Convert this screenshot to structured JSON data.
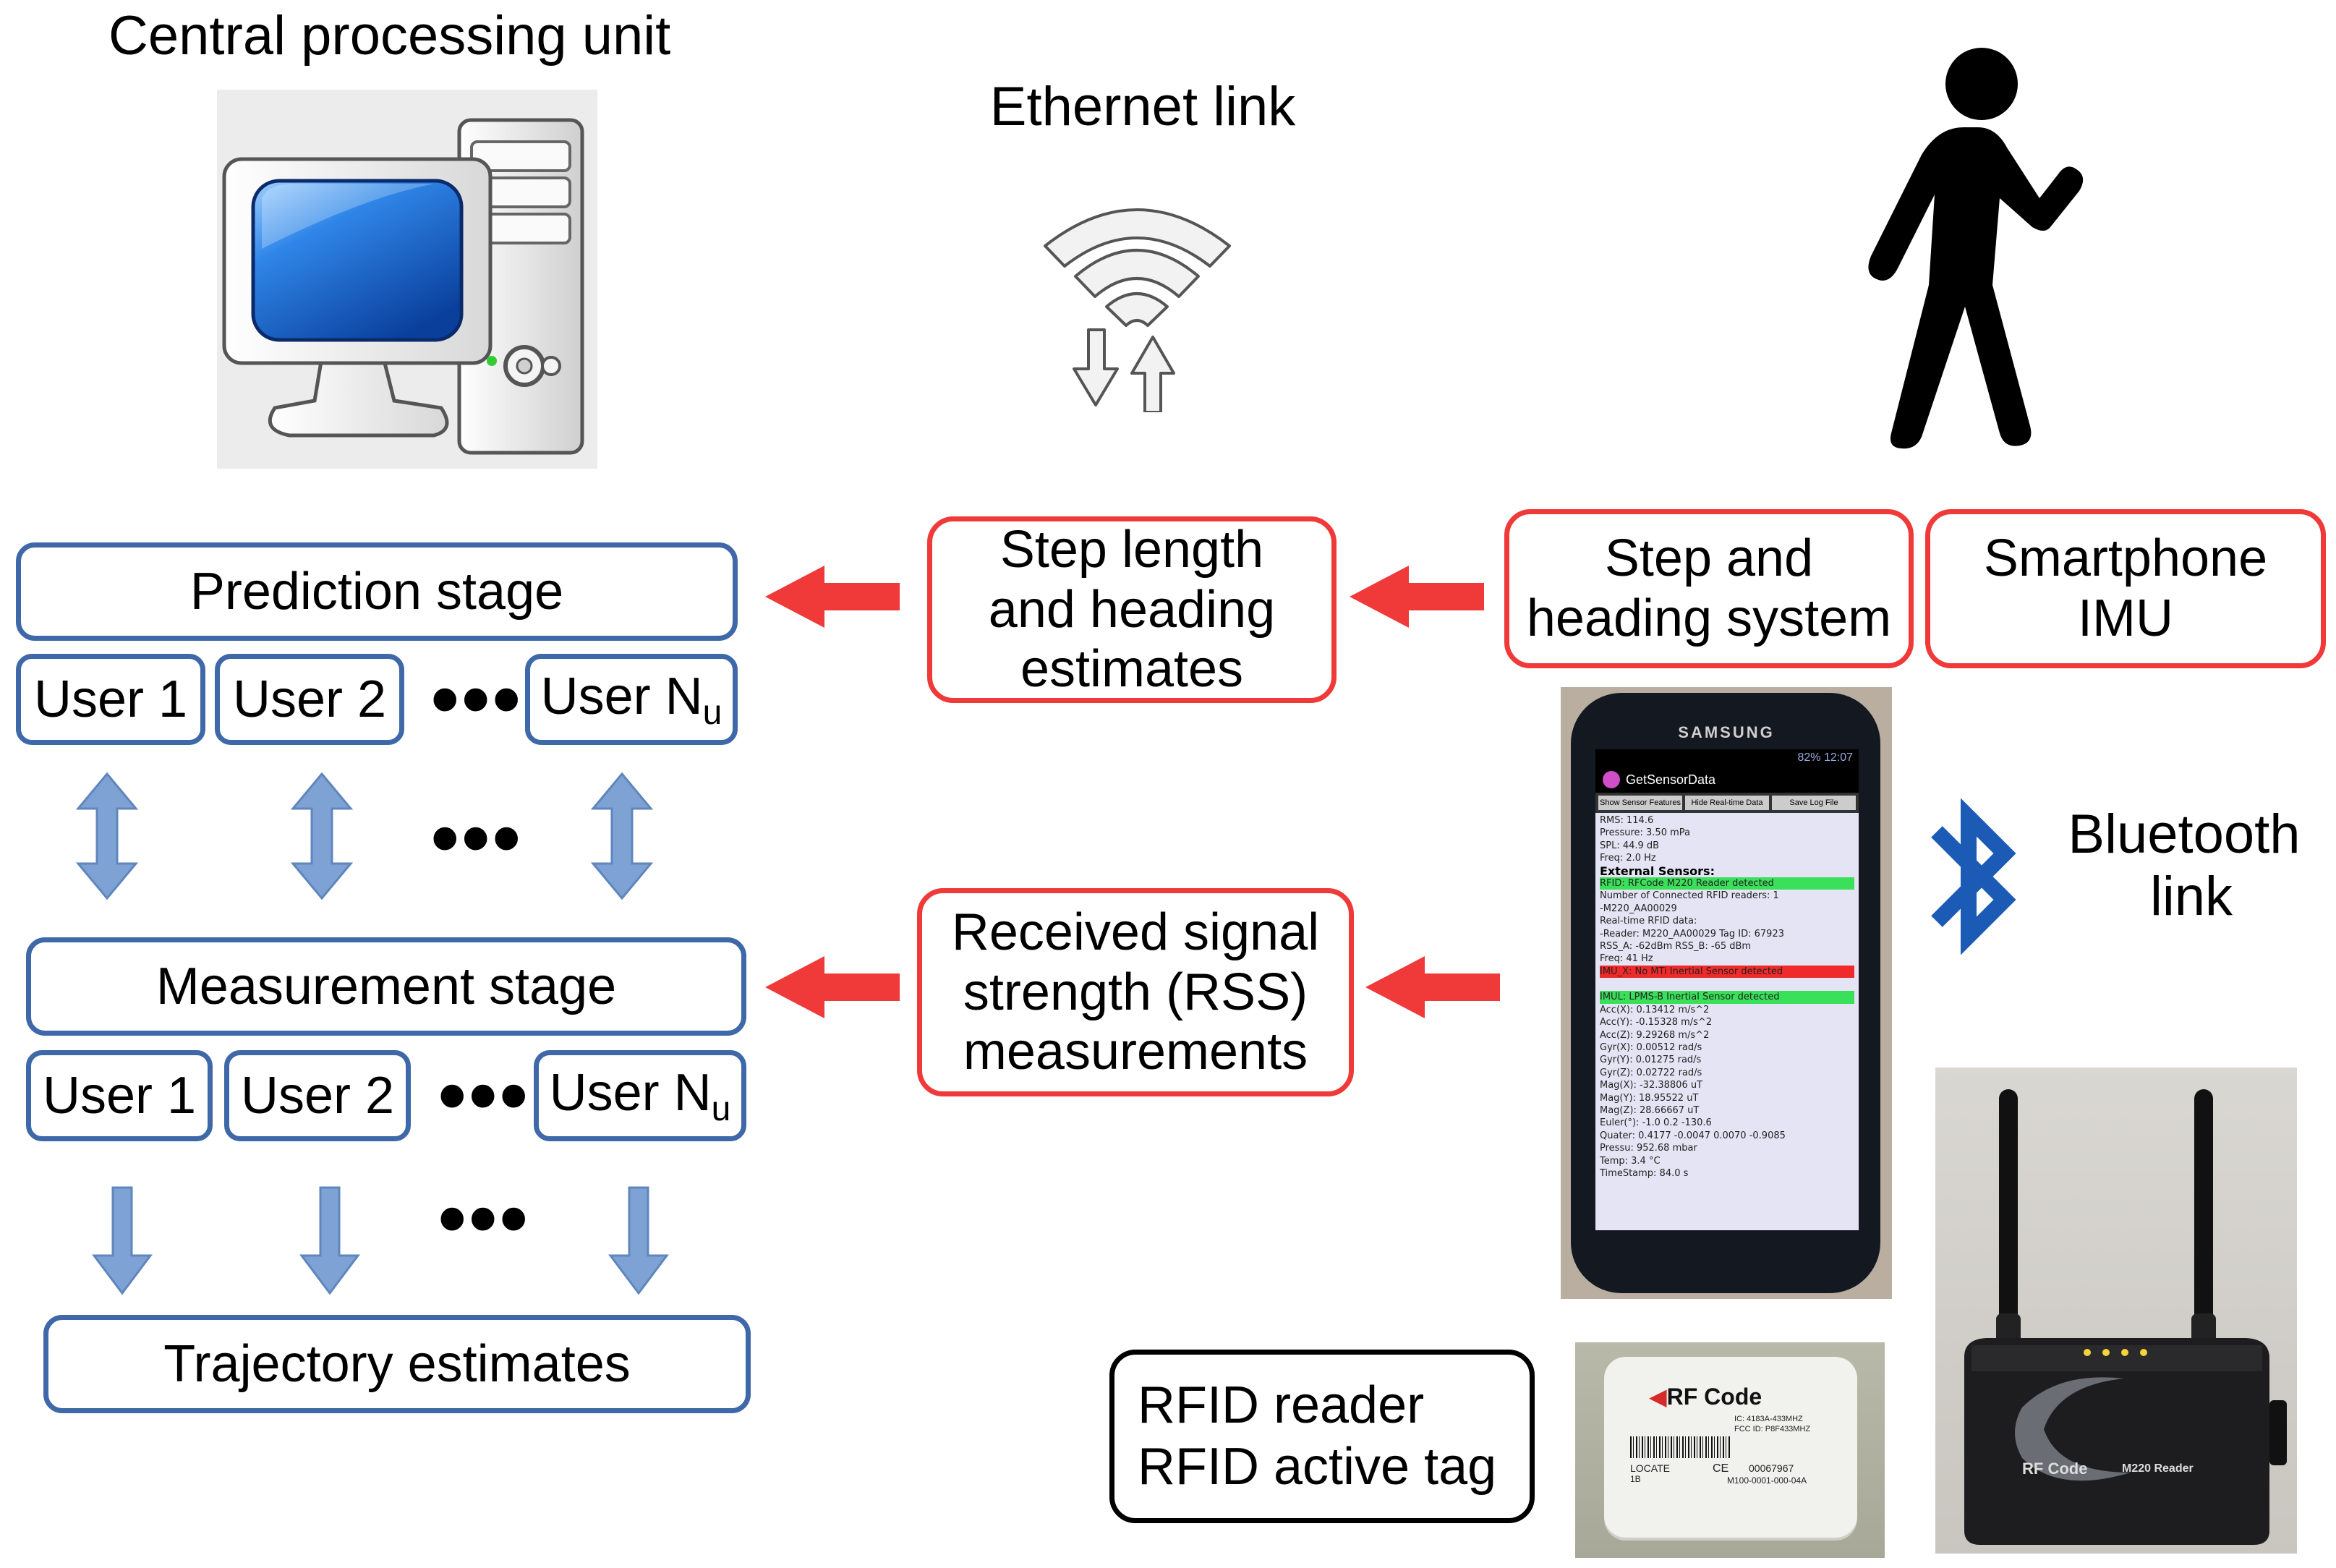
{
  "titles": {
    "cpu": "Central processing unit",
    "ethernet": "Ethernet link",
    "bluetooth_line1": "Bluetooth",
    "bluetooth_line2": "link"
  },
  "left_flow": {
    "prediction": "Prediction stage",
    "measurement": "Measurement stage",
    "trajectory": "Trajectory estimates",
    "user1": "User 1",
    "user2": "User 2",
    "userN_main": "User N",
    "userN_sub": "u",
    "ellipsis": "•••"
  },
  "middle_boxes": {
    "step_estimates": [
      "Step length",
      "and heading",
      "estimates"
    ],
    "rss": [
      "Received signal",
      "strength (RSS)",
      "measurements"
    ]
  },
  "right_boxes": {
    "step_system": [
      "Step and",
      "heading system"
    ],
    "imu": [
      "Smartphone",
      "IMU"
    ],
    "rfid": [
      "RFID reader",
      "RFID active tag"
    ]
  },
  "phone": {
    "brand": "SAMSUNG",
    "status": "82% 12:07",
    "app_title": "GetSensorData",
    "buttons": [
      "Show Sensor Features",
      "Hide Real-time Data",
      "Save Log File"
    ],
    "internal_lines": [
      "RMS:      114.6",
      "Pressure:   3.50 mPa",
      "SPL:       44.9 dB",
      "           Freq:  2.0 Hz"
    ],
    "external_header": "External Sensors:",
    "rfid_header": "RFID: RFCode M220 Reader detected",
    "rfid_lines": [
      "Number of Connected RFID readers: 1",
      "  -M220_AA00029",
      "Real-time RFID data:",
      "  -Reader: M220_AA00029  Tag ID: 67923",
      "     RSS_A: -62dBm  RSS_B: -65 dBm",
      "           Freq:   41 Hz"
    ],
    "imux_header": "IMU_X: No MTi Inertial Sensor detected",
    "imul_header": "IMUL: LPMS-B Inertial Sensor detected",
    "imul_lines": [
      "Acc(X):   0.13412  m/s^2",
      "Acc(Y):  -0.15328  m/s^2",
      "Acc(Z):   9.29268  m/s^2",
      "Gyr(X):   0.00512  rad/s",
      "Gyr(Y):   0.01275  rad/s",
      "Gyr(Z):   0.02722  rad/s",
      "Mag(X):  -32.38806  uT",
      "Mag(Y):   18.95522  uT",
      "Mag(Z):   28.66667  uT",
      "Euler(°):  -1.0    0.2   -130.6",
      "Quater: 0.4177  -0.0047  0.0070  -0.9085",
      "Pressu:     952.68   mbar",
      "Temp:       3.4 °C",
      "TimeStamp:     84.0   s"
    ]
  },
  "tag": {
    "brand": "RF Code",
    "ic": "IC: 4183A-433MHZ",
    "fcc": "FCC ID: P8F433MHZ",
    "locate": "LOCATE",
    "ver": "1B",
    "ce": "CE",
    "serial": "00067967",
    "part": "M100-0001-000-04A"
  },
  "reader": {
    "brand": "RF Code",
    "model": "M220 Reader"
  },
  "colors": {
    "blue_box": "#3f68a8",
    "blue_arrow": "#7da2d3",
    "red": "#f03a3a",
    "bluetooth": "#1b5bb5"
  }
}
